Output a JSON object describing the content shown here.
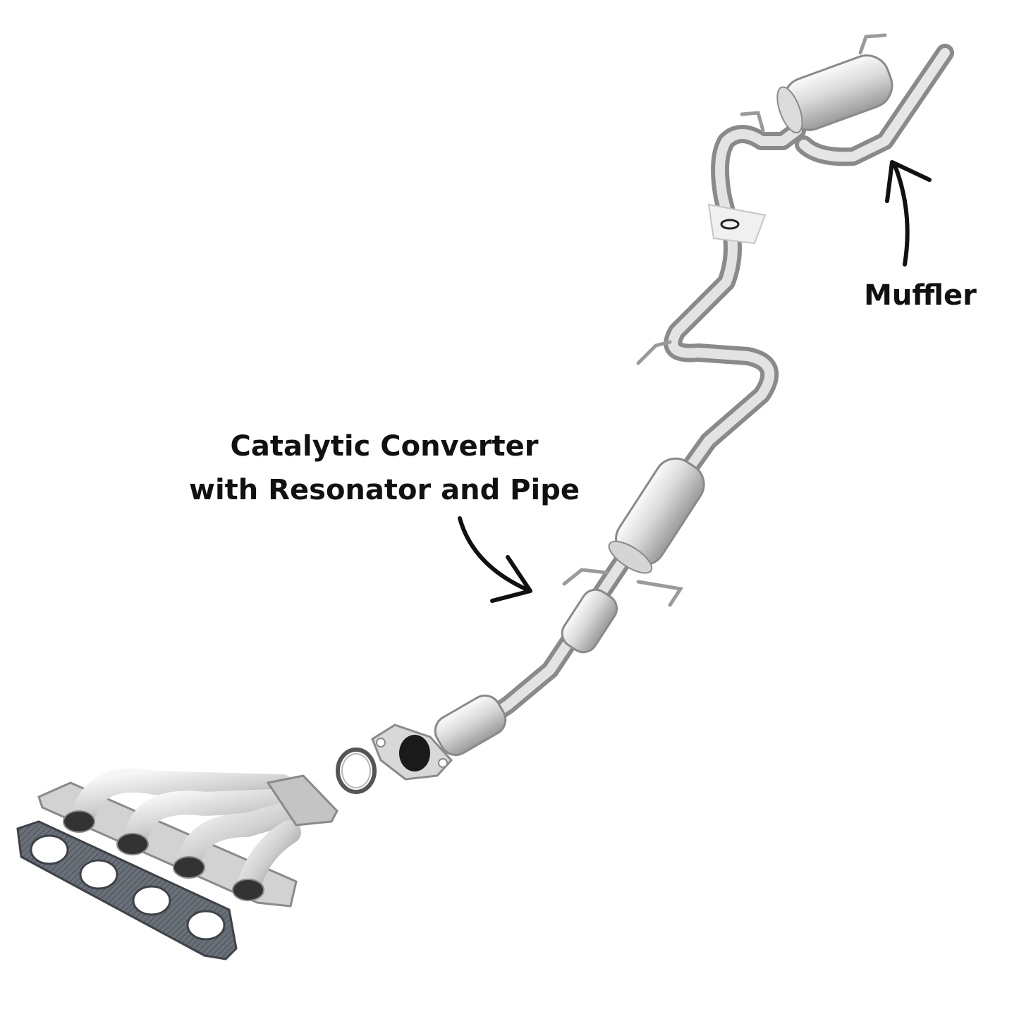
{
  "labels": {
    "catalytic_line1": "Catalytic Converter",
    "catalytic_line2": "with Resonator and Pipe",
    "muffler": "Muffler"
  },
  "icons": {
    "cat_arrow": "curved-arrow-icon",
    "muffler_arrow": "curved-arrow-icon"
  },
  "colors": {
    "text": "#111111",
    "metal_light": "#f4f4f4",
    "metal_mid": "#c9c9c9",
    "metal_dark": "#8a8a8a",
    "gasket": "#5a5f66"
  }
}
